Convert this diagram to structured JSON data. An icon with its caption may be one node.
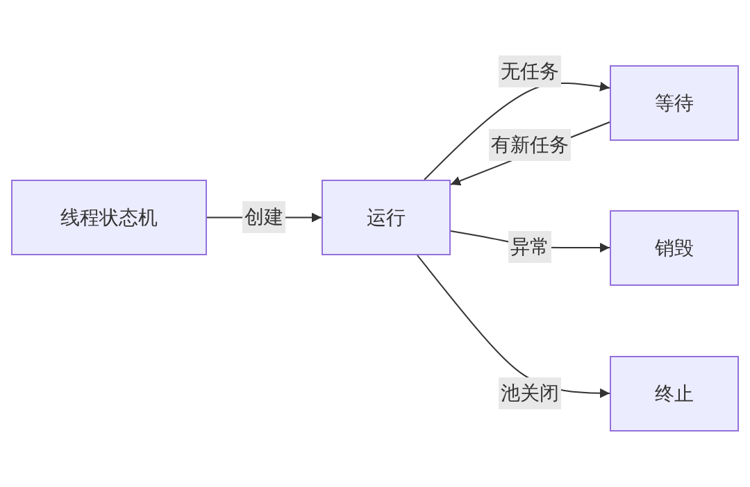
{
  "diagram": {
    "nodes": [
      {
        "text": [
          "线程状态机"
        ]
      },
      {
        "text": [
          "运行"
        ]
      },
      {
        "text": [
          "等待"
        ]
      },
      {
        "text": [
          "销毁"
        ]
      },
      {
        "text": [
          "终止"
        ]
      }
    ],
    "edges": [
      {
        "from": 0,
        "to": 1,
        "arrow": "to",
        "label": "创建"
      },
      {
        "from": 1,
        "to": 2,
        "arrow": "to",
        "label": "无任务"
      },
      {
        "from": 2,
        "to": 1,
        "arrow": "to",
        "label": "有新任务"
      },
      {
        "from": 1,
        "to": 3,
        "arrow": "to",
        "label": "异常"
      },
      {
        "from": 1,
        "to": 4,
        "arrow": "to",
        "label": "池关闭"
      }
    ]
  }
}
